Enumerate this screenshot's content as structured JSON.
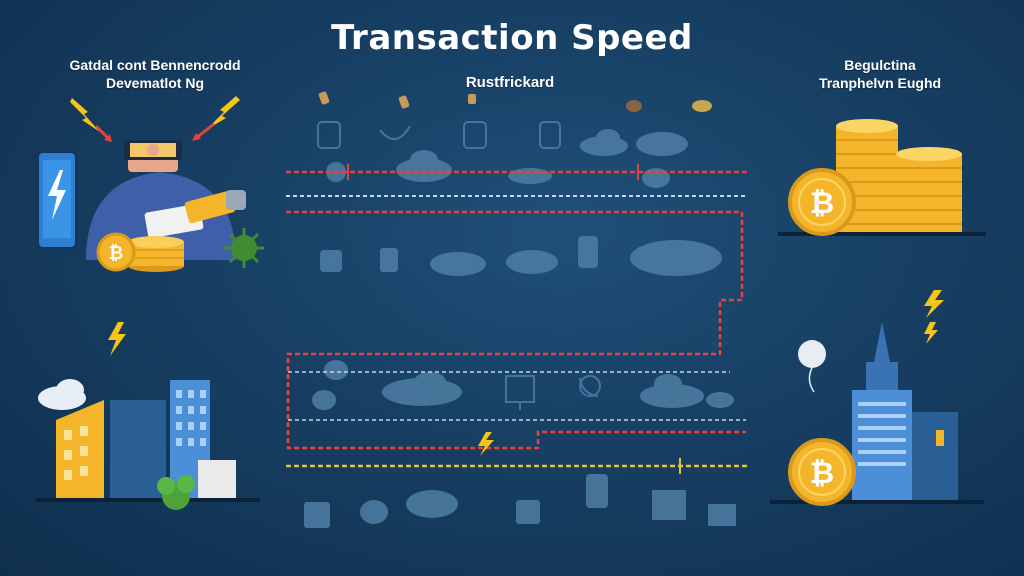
{
  "title": "Transaction Speed",
  "labels": {
    "top_left": [
      "Gatdal cont Bennencrodd",
      "Devematlot Ng"
    ],
    "top_center": "Rustfrickard",
    "top_right": [
      "Begulctina",
      "Tranphelvn Eughd"
    ]
  },
  "icons": {
    "top_left": [
      "smartphone-icon",
      "lightning-bolt-icon",
      "person-with-vr-headset-icon",
      "credit-card-icon",
      "bitcoin-coin-icon",
      "coin-stack-icon",
      "green-virus-icon"
    ],
    "top_right": [
      "coin-stack-icon",
      "bitcoin-coin-icon"
    ],
    "bottom_left": [
      "cloud-icon",
      "building-icon",
      "lightning-bolt-icon",
      "plant-icon"
    ],
    "bottom_right": [
      "building-icon",
      "bitcoin-coin-icon",
      "lightning-bolt-icon",
      "balloon-icon"
    ],
    "center_grid": [
      "cloud-icon",
      "tree-icon",
      "monitor-icon",
      "phone-icon",
      "chart-icon"
    ]
  },
  "colors": {
    "background": "#173f63",
    "route_red": "#e2453f",
    "route_yellow": "#e6c13a",
    "coin_gold": "#f4b52a",
    "building_blue": "#4c8fd6",
    "faded_icons": "#4f7ea4"
  }
}
